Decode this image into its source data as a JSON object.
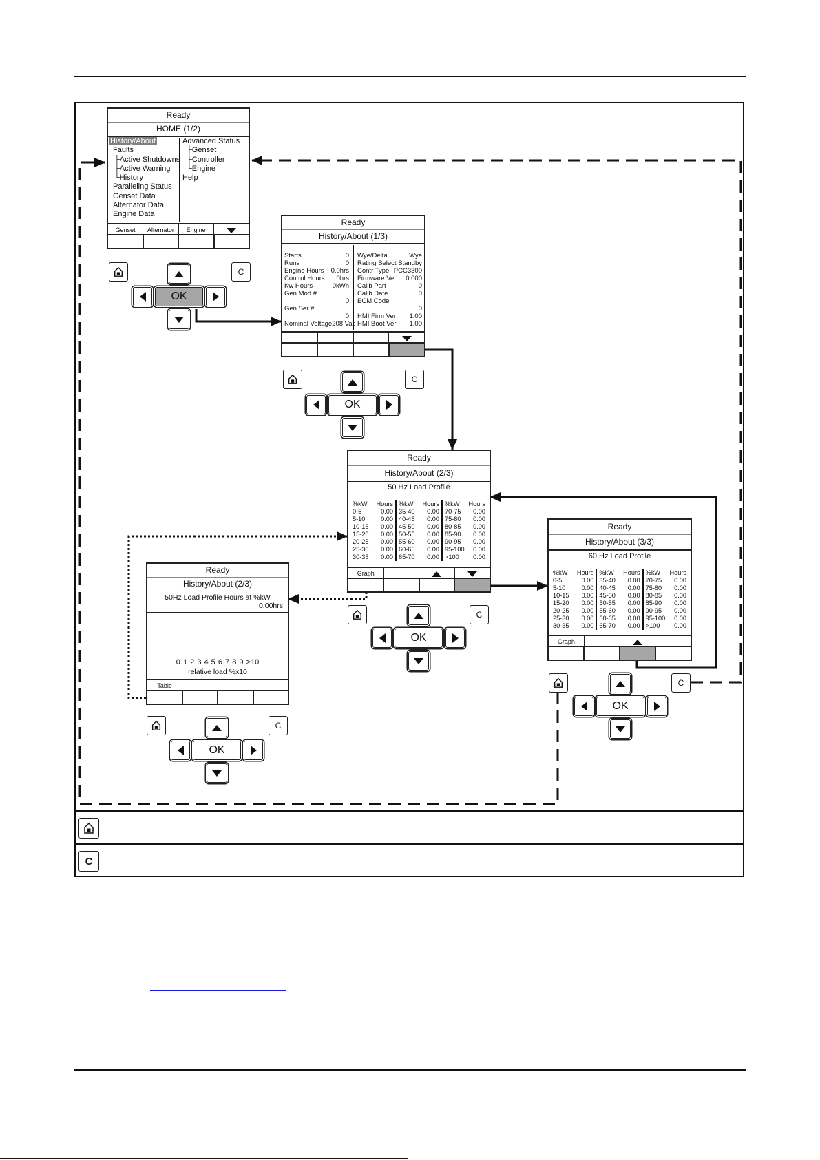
{
  "home_screen": {
    "status": "Ready",
    "title": "HOME (1/2)",
    "left_menu": [
      {
        "label": "History/About",
        "selected": true,
        "indent": 0
      },
      {
        "label": "Faults",
        "indent": 1
      },
      {
        "label": "Active Shutdowns",
        "indent": 2,
        "tree": "├"
      },
      {
        "label": "Active Warning",
        "indent": 2,
        "tree": "├"
      },
      {
        "label": "History",
        "indent": 2,
        "tree": "└"
      },
      {
        "label": "Paralleling Status",
        "indent": 1
      },
      {
        "label": "Genset Data",
        "indent": 1
      },
      {
        "label": "Alternator Data",
        "indent": 1
      },
      {
        "label": "Engine Data",
        "indent": 1
      }
    ],
    "right_menu": [
      {
        "label": "Advanced Status",
        "indent": 0
      },
      {
        "label": "Genset",
        "indent": 1,
        "tree": "├"
      },
      {
        "label": "Controller",
        "indent": 1,
        "tree": "├"
      },
      {
        "label": "Engine",
        "indent": 1,
        "tree": "└"
      },
      {
        "label": "Help",
        "indent": 0
      }
    ],
    "softkeys": [
      "Genset",
      "Alternator",
      "Engine",
      "down-arrow"
    ]
  },
  "about_screen_1": {
    "status": "Ready",
    "title": "History/About (1/3)",
    "left": [
      {
        "label": "Starts",
        "value": "0"
      },
      {
        "label": "Runs",
        "value": "0"
      },
      {
        "label": "Engine Hours",
        "value": "0.0hrs"
      },
      {
        "label": "Control Hours",
        "value": "0hrs"
      },
      {
        "label": "Kw Hours",
        "value": "0kWh"
      },
      {
        "label": "Gen Mod #",
        "value": ""
      },
      {
        "label": "",
        "value": "0"
      },
      {
        "label": "Gen Ser #",
        "value": ""
      },
      {
        "label": "",
        "value": "0"
      },
      {
        "label": "Nominal Voltage",
        "value": "208 Vac"
      }
    ],
    "right": [
      {
        "label": "Wye/Delta",
        "value": "Wye"
      },
      {
        "label": "Rating Select",
        "value": "Standby"
      },
      {
        "label": "Contr Type",
        "value": "PCC3300"
      },
      {
        "label": "Firmware Ver",
        "value": "0.000"
      },
      {
        "label": "Calib Part",
        "value": "0"
      },
      {
        "label": "Calib Date",
        "value": "0"
      },
      {
        "label": "ECM Code",
        "value": ""
      },
      {
        "label": "",
        "value": "0"
      },
      {
        "label": "HMI Firm Ver",
        "value": "1.00"
      },
      {
        "label": "HMI Boot Ver",
        "value": "1.00"
      }
    ],
    "softkeys": [
      "",
      "",
      "",
      "down-arrow"
    ]
  },
  "load_profile_50": {
    "status": "Ready",
    "title": "History/About (2/3)",
    "heading": "50 Hz Load Profile",
    "col_headers": [
      "%kW",
      "Hours"
    ],
    "columns": [
      [
        [
          "0-5",
          "0.00"
        ],
        [
          "5-10",
          "0.00"
        ],
        [
          "10-15",
          "0.00"
        ],
        [
          "15-20",
          "0.00"
        ],
        [
          "20-25",
          "0.00"
        ],
        [
          "25-30",
          "0.00"
        ],
        [
          "30-35",
          "0.00"
        ]
      ],
      [
        [
          "35-40",
          "0.00"
        ],
        [
          "40-45",
          "0.00"
        ],
        [
          "45-50",
          "0.00"
        ],
        [
          "50-55",
          "0.00"
        ],
        [
          "55-60",
          "0.00"
        ],
        [
          "60-65",
          "0.00"
        ],
        [
          "65-70",
          "0.00"
        ]
      ],
      [
        [
          "70-75",
          "0.00"
        ],
        [
          "75-80",
          "0.00"
        ],
        [
          "80-85",
          "0.00"
        ],
        [
          "85-90",
          "0.00"
        ],
        [
          "90-95",
          "0.00"
        ],
        [
          "95-100",
          "0.00"
        ],
        [
          ">100",
          "0.00"
        ]
      ]
    ],
    "softkeys": [
      "Graph",
      "",
      "up-arrow",
      "down-arrow"
    ]
  },
  "load_profile_60": {
    "status": "Ready",
    "title": "History/About (3/3)",
    "heading": "60 Hz Load Profile",
    "col_headers": [
      "%kW",
      "Hours"
    ],
    "columns": [
      [
        [
          "0-5",
          "0.00"
        ],
        [
          "5-10",
          "0.00"
        ],
        [
          "10-15",
          "0.00"
        ],
        [
          "15-20",
          "0.00"
        ],
        [
          "20-25",
          "0.00"
        ],
        [
          "25-30",
          "0.00"
        ],
        [
          "30-35",
          "0.00"
        ]
      ],
      [
        [
          "35-40",
          "0.00"
        ],
        [
          "40-45",
          "0.00"
        ],
        [
          "45-50",
          "0.00"
        ],
        [
          "50-55",
          "0.00"
        ],
        [
          "55-60",
          "0.00"
        ],
        [
          "60-65",
          "0.00"
        ],
        [
          "65-70",
          "0.00"
        ]
      ],
      [
        [
          "70-75",
          "0.00"
        ],
        [
          "75-80",
          "0.00"
        ],
        [
          "80-85",
          "0.00"
        ],
        [
          "85-90",
          "0.00"
        ],
        [
          "90-95",
          "0.00"
        ],
        [
          "95-100",
          "0.00"
        ],
        [
          ">100",
          "0.00"
        ]
      ]
    ],
    "softkeys": [
      "Graph",
      "",
      "up-arrow",
      ""
    ]
  },
  "graph_screen": {
    "status": "Ready",
    "title": "History/About (2/3)",
    "heading": "50Hz Load Profile Hours at %kW",
    "value": "0.00hrs",
    "x_ticks": "0 1 2 3 4 5 6 7 8 9 >10",
    "x_label": "relative load %x10",
    "softkeys": [
      "Table",
      "",
      "",
      ""
    ]
  },
  "keypad": {
    "ok_label": "OK",
    "back_label": "C",
    "home_icon": "home-icon"
  },
  "legend": {
    "home_icon": "home-icon",
    "back_label": "C"
  },
  "colors": {
    "highlight": "#a6a6a6",
    "menu_selected": "#808080",
    "link": "#1a1ae0"
  }
}
